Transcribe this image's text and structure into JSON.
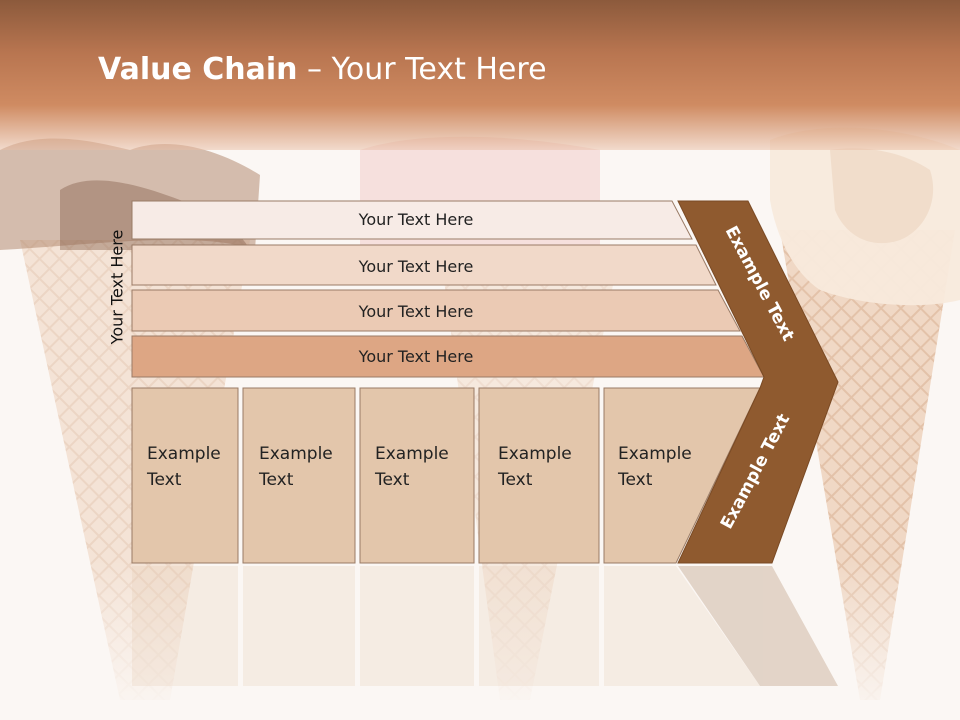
{
  "title": {
    "bold": "Value Chain",
    "rest": " – Your Text Here"
  },
  "side_label": "Your Text Here",
  "bars": [
    {
      "label": "Your Text Here",
      "fill": "#f7ebe6"
    },
    {
      "label": "Your Text Here",
      "fill": "#f1d9c9"
    },
    {
      "label": "Your Text Here",
      "fill": "#ebcab4"
    },
    {
      "label": "Your Text Here",
      "fill": "#dda684"
    }
  ],
  "columns": [
    {
      "line1": "Example",
      "line2": "Text"
    },
    {
      "line1": "Example",
      "line2": "Text"
    },
    {
      "line1": "Example",
      "line2": "Text"
    },
    {
      "line1": "Example",
      "line2": "Text"
    },
    {
      "line1": "Example",
      "line2": "Text"
    }
  ],
  "chevron_top_text": "Example Text",
  "chevron_bottom_text": "Example Text",
  "colors": {
    "chevron": "#8f5a2f",
    "column_fill": "#e3c6ab",
    "border": "#9a7b66",
    "header": "#c4825a"
  }
}
